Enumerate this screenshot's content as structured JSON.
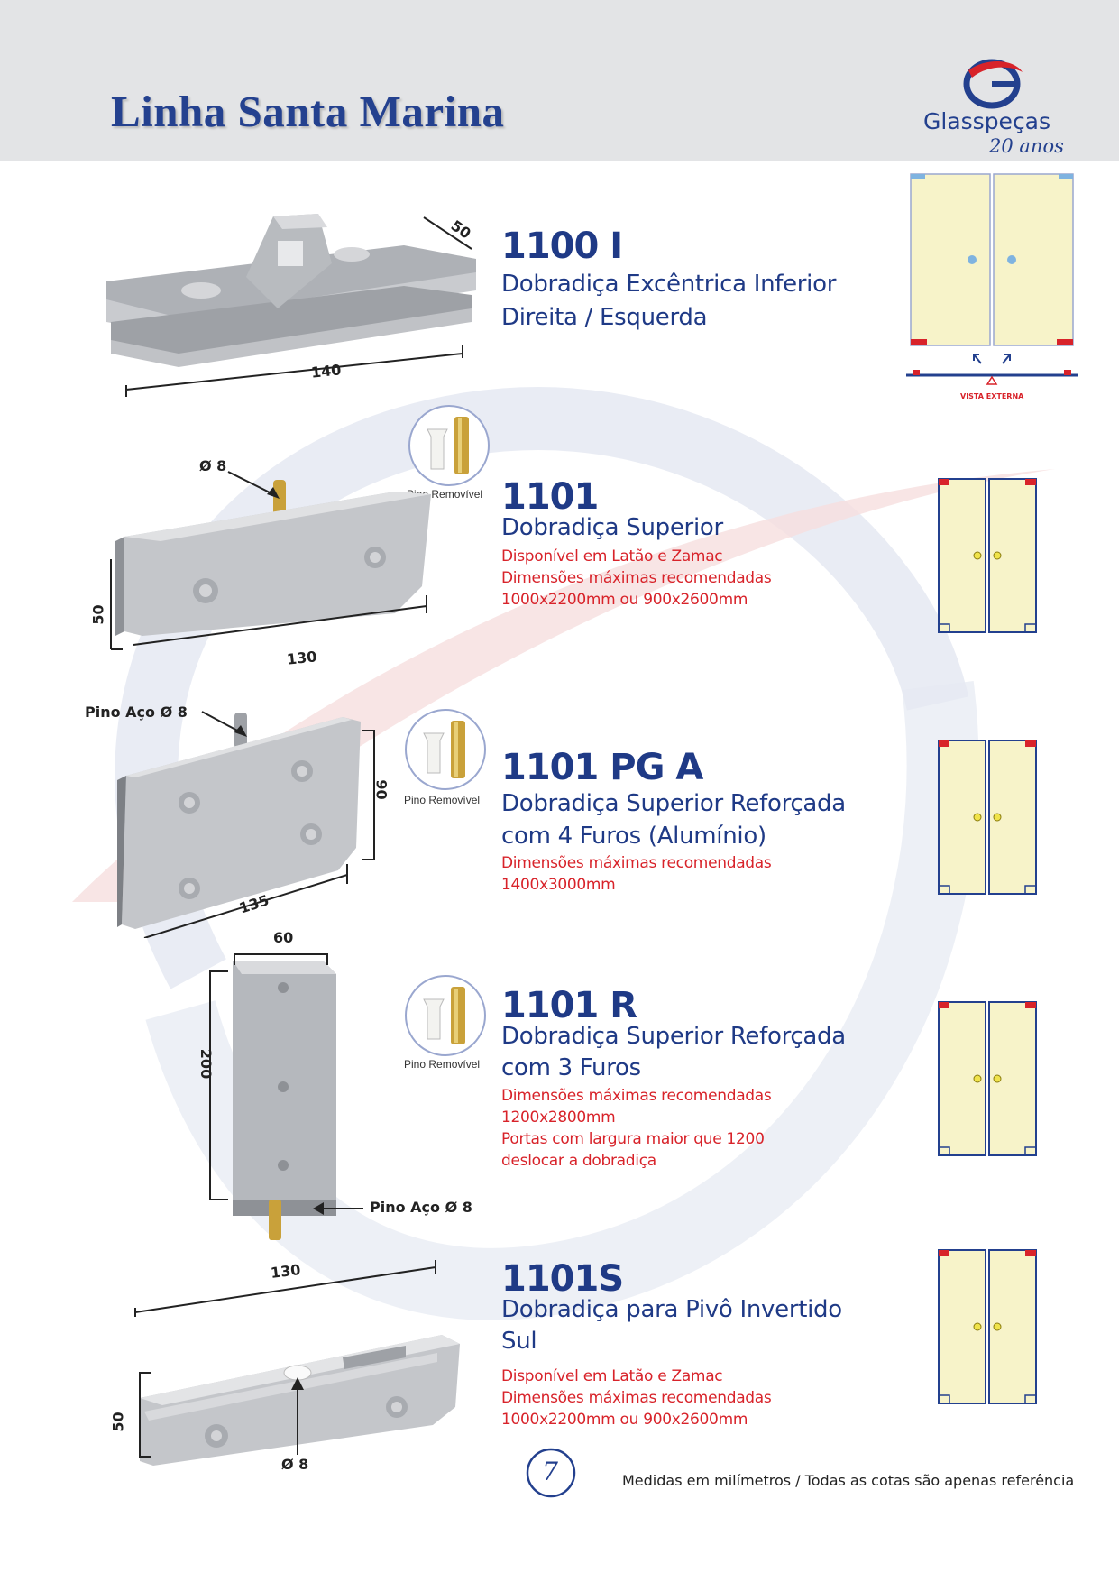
{
  "header": {
    "title": "Linha Santa Marina"
  },
  "logo": {
    "brand": "Glasspeças",
    "years": "20 anos"
  },
  "products": [
    {
      "code": "1100 I",
      "description": [
        "Dobradiça Excêntrica Inferior",
        "Direita / Esquerda"
      ],
      "notes": [],
      "dimensions": [
        "50",
        "140"
      ],
      "diagram_label": "VISTA EXTERNA"
    },
    {
      "code": "1101",
      "description": [
        "Dobradiça Superior"
      ],
      "notes": [
        "Disponível em Latão e Zamac",
        "Dimensões máximas recomendadas",
        "1000x2200mm ou 900x2600mm"
      ],
      "dimensions": [
        "Ø 8",
        "50",
        "130"
      ],
      "pin_label": "Pino Removível"
    },
    {
      "code": "1101 PG A",
      "description": [
        "Dobradiça Superior Reforçada",
        "com 4 Furos (Alumínio)"
      ],
      "notes": [
        "Dimensões máximas recomendadas",
        "1400x3000mm"
      ],
      "dimensions": [
        "Pino Aço Ø 8",
        "90",
        "135"
      ],
      "pin_label": "Pino Removível"
    },
    {
      "code": "1101 R",
      "description": [
        "Dobradiça Superior Reforçada",
        "com 3 Furos"
      ],
      "notes": [
        "Dimensões máximas recomendadas",
        "1200x2800mm",
        "Portas com largura maior que 1200",
        "deslocar a dobradiça"
      ],
      "dimensions": [
        "60",
        "200",
        "Pino Aço Ø 8"
      ],
      "pin_label": "Pino Removível"
    },
    {
      "code": "1101S",
      "description": [
        "Dobradiça para Pivô Invertido",
        "Sul"
      ],
      "notes": [
        "Disponível em Latão e Zamac",
        "Dimensões máximas recomendadas",
        "1000x2200mm ou 900x2600mm"
      ],
      "dimensions": [
        "130",
        "50",
        "Ø 8"
      ]
    }
  ],
  "footer": {
    "page_number": "7",
    "note": "Medidas em milímetros / Todas as cotas são apenas referência"
  },
  "colors": {
    "brand_blue": "#1f3a86",
    "accent_red": "#d8232a",
    "header_gray": "#e3e4e6",
    "glass": "#f7f3c9"
  }
}
